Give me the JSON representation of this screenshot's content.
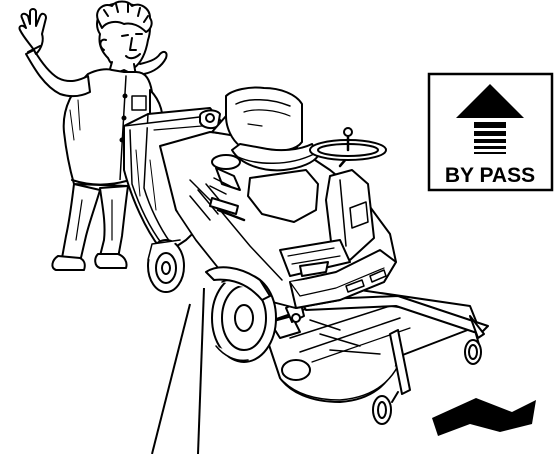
{
  "bypass_sign": {
    "label": "BY PASS",
    "icon": "up-arrow-icon",
    "color": "#000000"
  },
  "direction_arrow": {
    "icon": "arrow-left-down-icon",
    "color": "#000000"
  },
  "figures": {
    "person": "waving-person-illustration",
    "machine": "ride-on-mower-illustration"
  },
  "colors": {
    "line": "#000000",
    "fill": "#ffffff"
  }
}
